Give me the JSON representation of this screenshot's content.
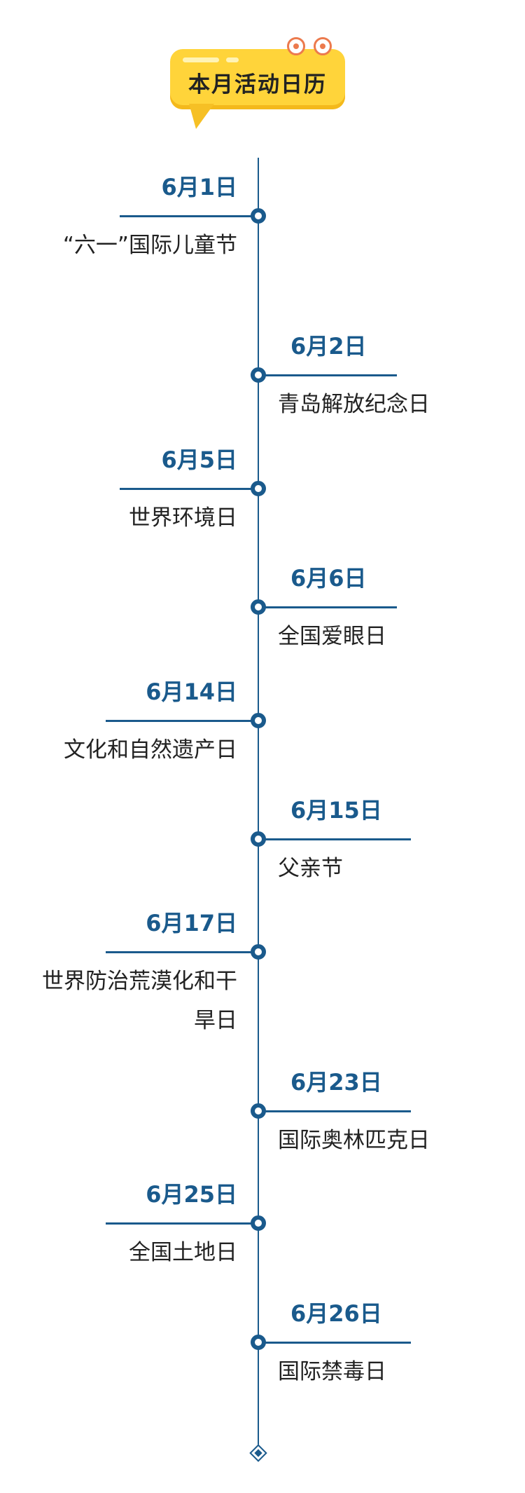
{
  "header": {
    "title": "本月活动日历"
  },
  "colors": {
    "accent": "#1a5a8c",
    "badge": "#ffd43a",
    "eyes": "#ec7a4d",
    "text": "#222222"
  },
  "events": [
    {
      "date": "6月1日",
      "name": "“六一”国际儿童节"
    },
    {
      "date": "6月2日",
      "name": "青岛解放纪念日"
    },
    {
      "date": "6月5日",
      "name": "世界环境日"
    },
    {
      "date": "6月6日",
      "name": "全国爱眼日"
    },
    {
      "date": "6月14日",
      "name": "文化和自然遗产日"
    },
    {
      "date": "6月15日",
      "name": "父亲节"
    },
    {
      "date": "6月17日",
      "name": "世界防治荒漠化和干旱日"
    },
    {
      "date": "6月23日",
      "name": "国际奥林匹克日"
    },
    {
      "date": "6月25日",
      "name": "全国土地日"
    },
    {
      "date": "6月26日",
      "name": "国际禁毒日"
    }
  ]
}
